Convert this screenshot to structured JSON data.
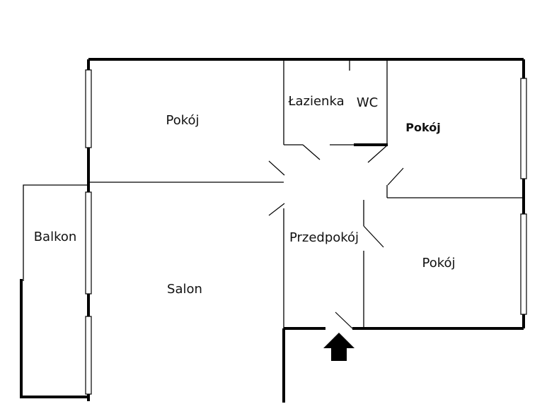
{
  "rooms": {
    "pokoj_top_left": "Pokój",
    "lazienka": "Łazienka",
    "wc": "WC",
    "pokoj_top_right": "Pokój",
    "balkon": "Balkon",
    "salon": "Salon",
    "przedpokoj": "Przedpokój",
    "pokoj_bottom_right": "Pokój"
  },
  "icons": {
    "entrance": "arrow-up-icon"
  },
  "colors": {
    "walls": "#000000",
    "background": "#ffffff"
  }
}
